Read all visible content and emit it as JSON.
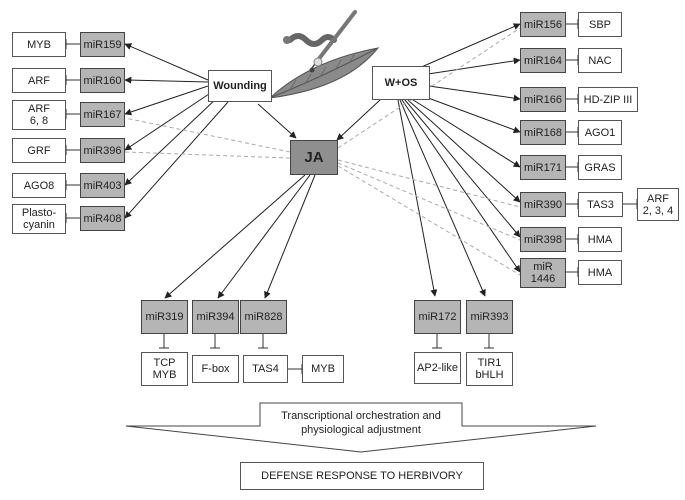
{
  "hubs": {
    "wounding": "Wounding",
    "wos": "W+OS",
    "ja": "JA"
  },
  "left": [
    {
      "target": "MYB",
      "mirna": "miR159"
    },
    {
      "target": "ARF",
      "mirna": "miR160"
    },
    {
      "target": "ARF\n6, 8",
      "mirna": "miR167"
    },
    {
      "target": "GRF",
      "mirna": "miR396"
    },
    {
      "target": "AGO8",
      "mirna": "miR403"
    },
    {
      "target": "Plasto-\ncyanin",
      "mirna": "miR408"
    }
  ],
  "right": [
    {
      "mirna": "miR156",
      "target": "SBP"
    },
    {
      "mirna": "miR164",
      "target": "NAC"
    },
    {
      "mirna": "miR166",
      "target": "HD-ZIP III"
    },
    {
      "mirna": "miR168",
      "target": "AGO1"
    },
    {
      "mirna": "miR171",
      "target": "GRAS"
    },
    {
      "mirna": "miR390",
      "target": "TAS3",
      "secondary": "ARF\n2, 3, 4"
    },
    {
      "mirna": "miR398",
      "target": "HMA"
    },
    {
      "mirna": "miR\n1446",
      "target": "HMA"
    }
  ],
  "bottom_ja": [
    {
      "mirna": "miR319",
      "target": "TCP\nMYB"
    },
    {
      "mirna": "miR394",
      "target": "F-box"
    },
    {
      "mirna": "miR828",
      "target": "TAS4",
      "secondary": "MYB"
    }
  ],
  "bottom_wos": [
    {
      "mirna": "miR172",
      "target": "AP2-like"
    },
    {
      "mirna": "miR393",
      "target": "TIR1\nbHLH"
    }
  ],
  "orchestration": "Transcriptional orchestration and\nphysiological adjustment",
  "outcome": "DEFENSE RESPONSE TO HERBIVORY",
  "colors": {
    "mirna_fill": "#b5b5b5",
    "ja_fill": "#8f8f8f",
    "line": "#222222",
    "dashed": "#aaaaaa"
  },
  "illustration": "caterpillar-on-leaf-with-needle"
}
